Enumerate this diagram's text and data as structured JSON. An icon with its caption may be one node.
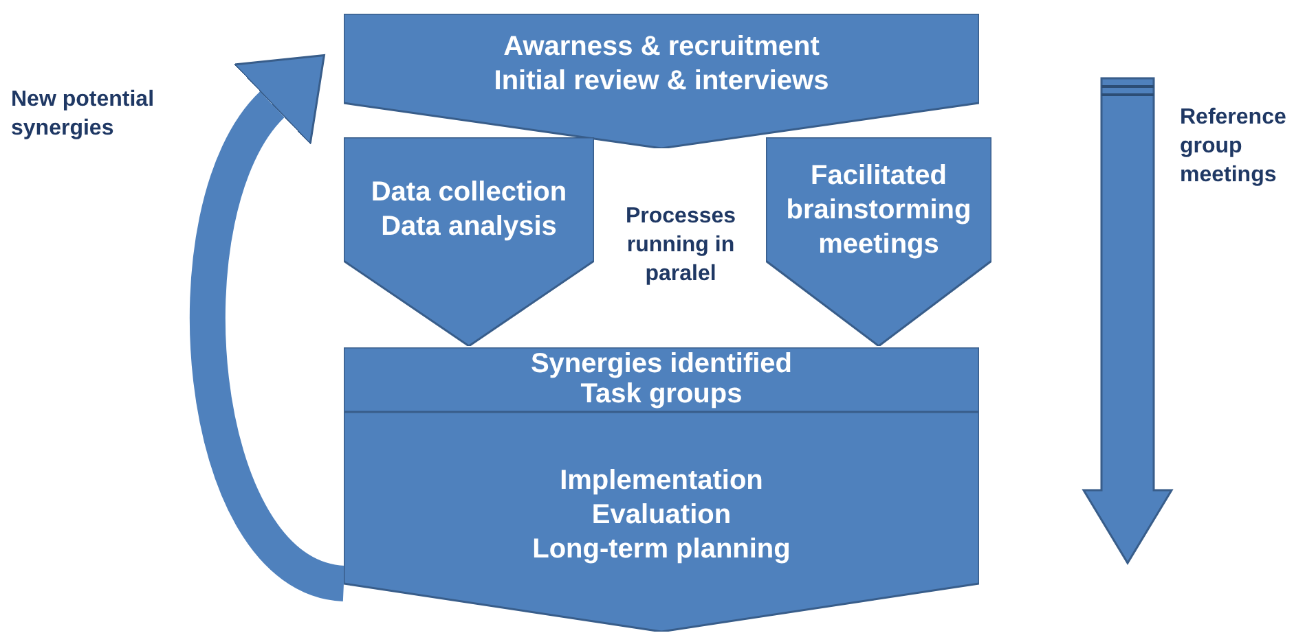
{
  "diagram": {
    "nodes": [
      {
        "text": [
          "Awarness & recruitment",
          "Initial review & interviews"
        ]
      },
      {
        "text": [
          "Data collection",
          "Data analysis"
        ]
      },
      {
        "text": [
          "Facilitated brainstorming meetings"
        ]
      },
      {
        "text": [
          "Synergies identified",
          "Task groups"
        ]
      },
      {
        "text": [
          "Implementation",
          "Evaluation",
          "Long-term planning"
        ]
      }
    ],
    "edges": [
      {
        "from": 4,
        "to": 0,
        "arrow": "to"
      }
    ],
    "labels": [
      "New potential synergies",
      "Processes running in paralel",
      "Reference group meetings"
    ]
  }
}
